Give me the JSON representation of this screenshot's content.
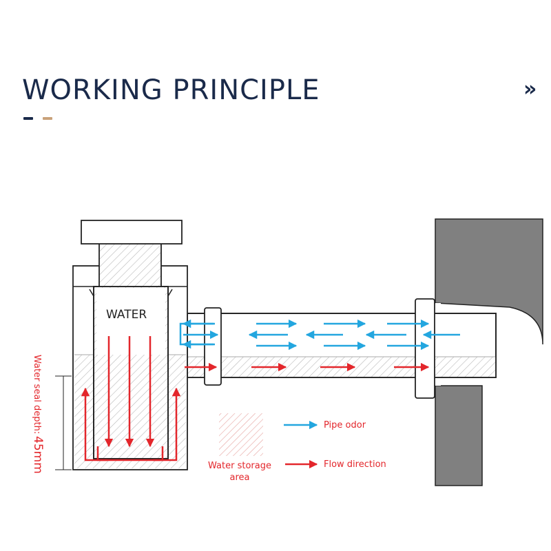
{
  "header": {
    "title": "WORKING PRINCIPLE",
    "next_symbol": "»"
  },
  "diagram": {
    "water_label": "WATER",
    "seal_depth_label": "Water seal depth:",
    "seal_depth_value": "45mm",
    "legend": {
      "pipe_odor": "Pipe odor",
      "flow_direction": "Flow direction",
      "water_storage_line1": "Water storage",
      "water_storage_line2": "area"
    }
  },
  "colors": {
    "title": "#1a2a4a",
    "accent_dash_navy": "#1a2a4a",
    "accent_dash_tan": "#c9a27a",
    "flow_red": "#e3262b",
    "odor_blue": "#23a6df",
    "wall_gray": "#808080",
    "hatch": "#bdbdbd"
  }
}
